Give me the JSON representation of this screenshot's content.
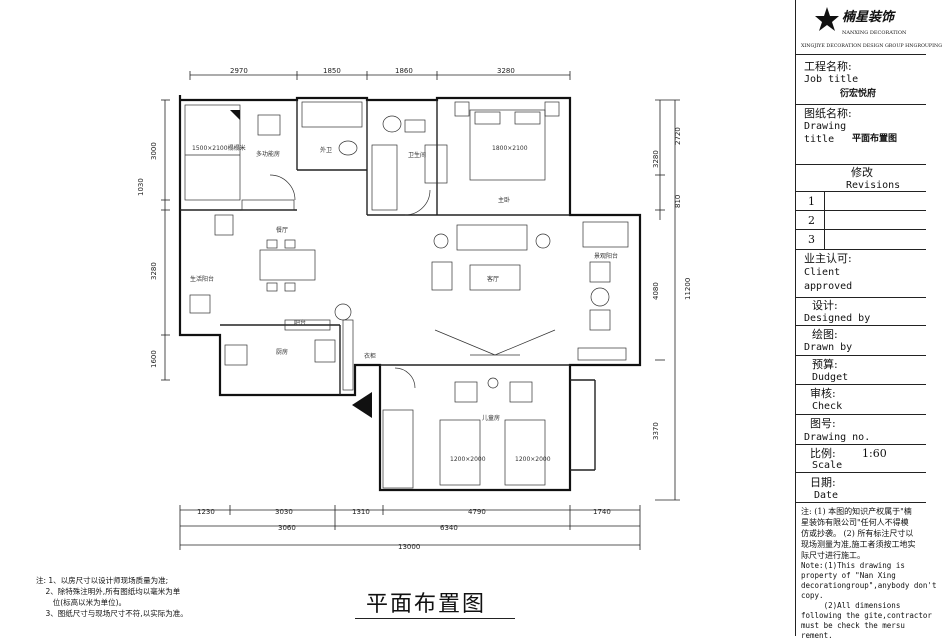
{
  "company": {
    "logo_name": "楠星装饰",
    "logo_sub": "NANXING DECORATION",
    "tagline": "XINGJIYE DECORATION DESIGN GROUP HNGROUPING"
  },
  "title_block": {
    "job_zh": "工程名称:",
    "job_en": "Job title",
    "job_value": "衍宏悦府",
    "drawing_zh": "图纸名称:",
    "drawing_en1": "Drawing",
    "drawing_en2": "title",
    "drawing_value": "平面布置图",
    "revisions_zh": "修改",
    "revisions_en": "Revisions",
    "revision_rows": [
      "1",
      "2",
      "3"
    ],
    "client_zh": "业主认可:",
    "client_en1": "Client",
    "client_en2": "approved",
    "designed_zh": "设计:",
    "designed_en": "Designed by",
    "drawn_zh": "绘图:",
    "drawn_en": "Drawn by",
    "budget_zh": "预算:",
    "budget_en": "Dudget",
    "check_zh": "审核:",
    "check_en": "Check",
    "drawing_no_zh": "图号:",
    "drawing_no_en": "Drawing no.",
    "scale_zh": "比例:",
    "scale_value": "1:60",
    "scale_en": "Scale",
    "date_zh": "日期:",
    "date_en": "Date",
    "notes_zh": "注: (1) 本图的知识产权属于\"楠\n星装饰有限公司\"任何人不得模\n仿或抄袭。 (2) 所有标注尺寸以\n现场测量为准,施工者须按工地实\n际尺寸进行施工。",
    "notes_en": "Note:(1)This drawing is\nproperty of \"Nan Xing\ndecorationgroup\",anybody don't\ncopy.\n     (2)All dimensions\nfollowing the gite,contractor\nmust be check the mersu\nrement."
  },
  "plan": {
    "title": "平面布置图",
    "top_dims": [
      "2970",
      "1850",
      "1860",
      "3280"
    ],
    "bottom_dims_row1": [
      "1230",
      "3030",
      "1310",
      "4790",
      "1740"
    ],
    "bottom_dims_row2": [
      "3060",
      "6340"
    ],
    "bottom_total": "13000",
    "left_dims": [
      "3000",
      "1030",
      "3280",
      "1600"
    ],
    "right_dims": [
      "2720",
      "3280",
      "810",
      "4080",
      "11200",
      "3370"
    ],
    "rooms": {
      "bed1": "1500×2100榻榻米",
      "multi": "多功能房",
      "wc_out": "外卫",
      "wc_in": "卫生间",
      "master": "1800×2100",
      "master_name": "主卧",
      "dining": "餐厅",
      "living": "客厅",
      "balcony_life": "生活阳台",
      "balcony_view": "景观阳台",
      "kitchen": "厨房",
      "bar": "吧台",
      "wardrobe": "衣柜",
      "kids": "儿童房",
      "kbed1": "1200×2000",
      "kbed2": "1200×2000"
    },
    "footnotes": "注: 1、以房尺寸以设计师现场质量为准;\n    2、除特殊注明外,所有图纸均以毫米为单\n       位(标高以米为单位)。\n    3、图纸尺寸与现场尺寸不符,以实际为准。"
  }
}
